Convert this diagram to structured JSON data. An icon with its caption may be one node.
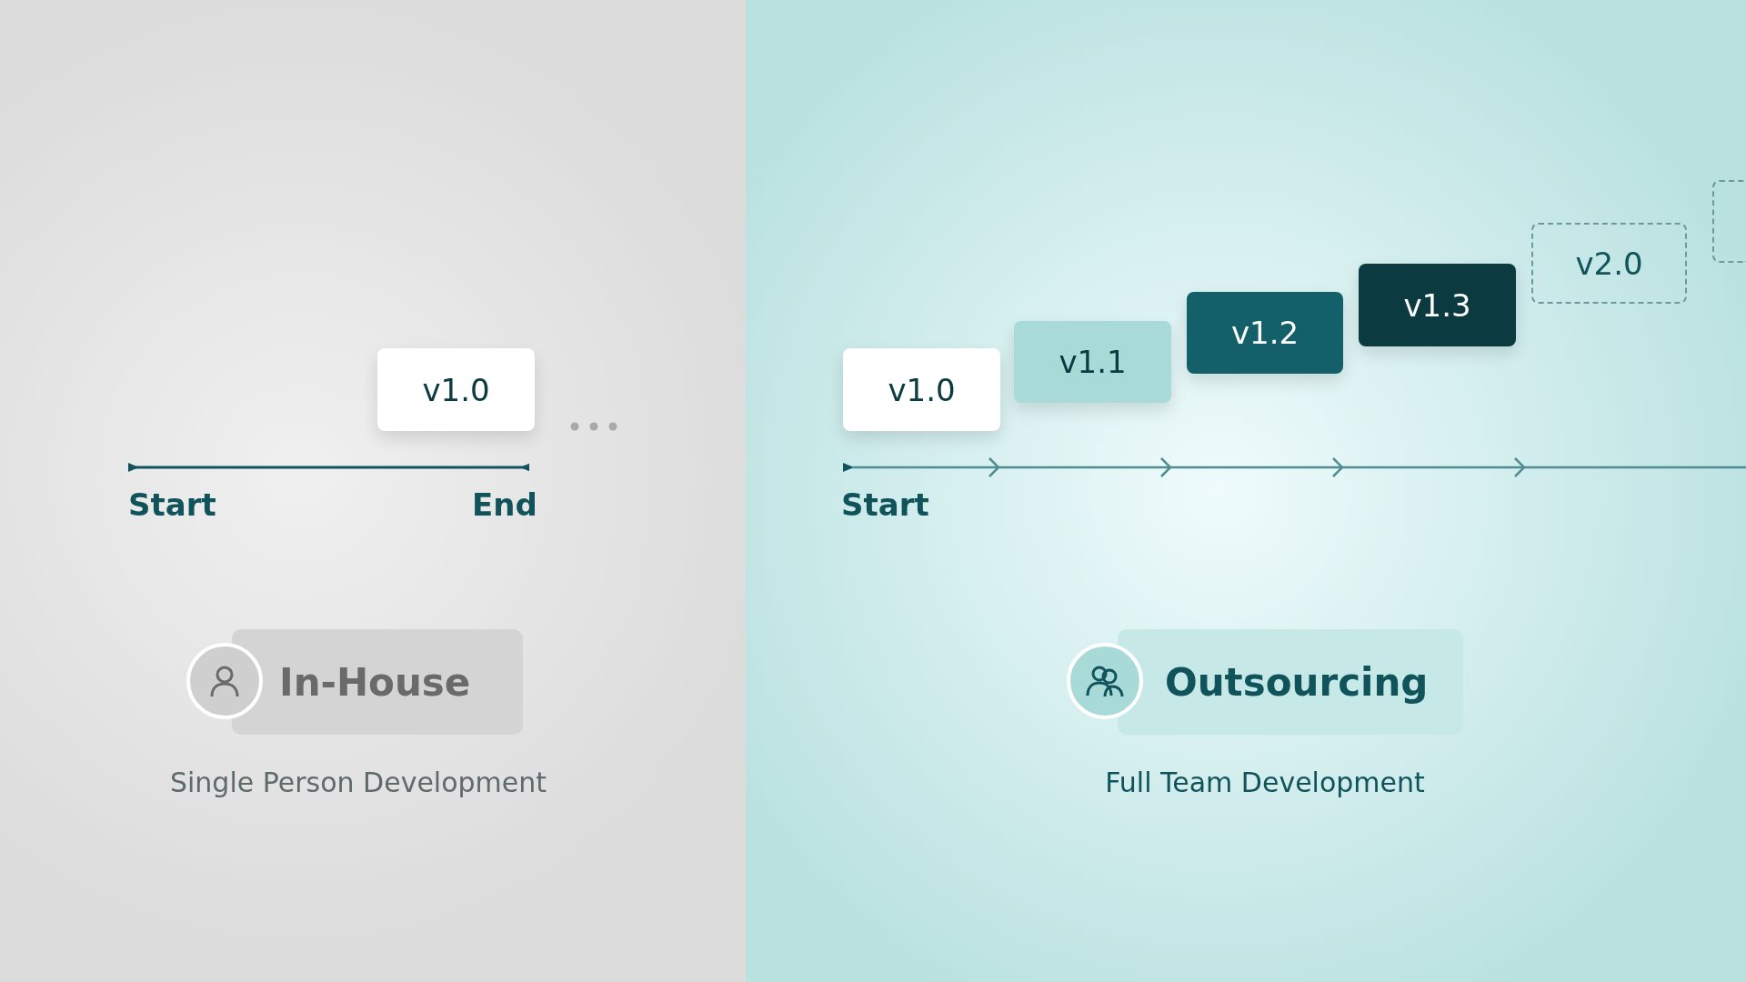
{
  "diagram": {
    "nodes": [
      {
        "text": [
          "v1.0"
        ]
      },
      {
        "text": [
          "In-House"
        ],
        "beside": [
          "Single Person Development"
        ]
      },
      {
        "text": [
          "v1.0"
        ]
      },
      {
        "text": [
          "v1.1"
        ]
      },
      {
        "text": [
          "v1.2"
        ]
      },
      {
        "text": [
          "v1.3"
        ]
      },
      {
        "text": [
          "v2.0"
        ]
      },
      {
        "text": [],
        "shape": "box"
      },
      {
        "text": [
          "Outsourcing"
        ],
        "beside": [
          "Full Team Development"
        ]
      }
    ],
    "labels": [
      "Start",
      "End",
      "Start"
    ]
  }
}
